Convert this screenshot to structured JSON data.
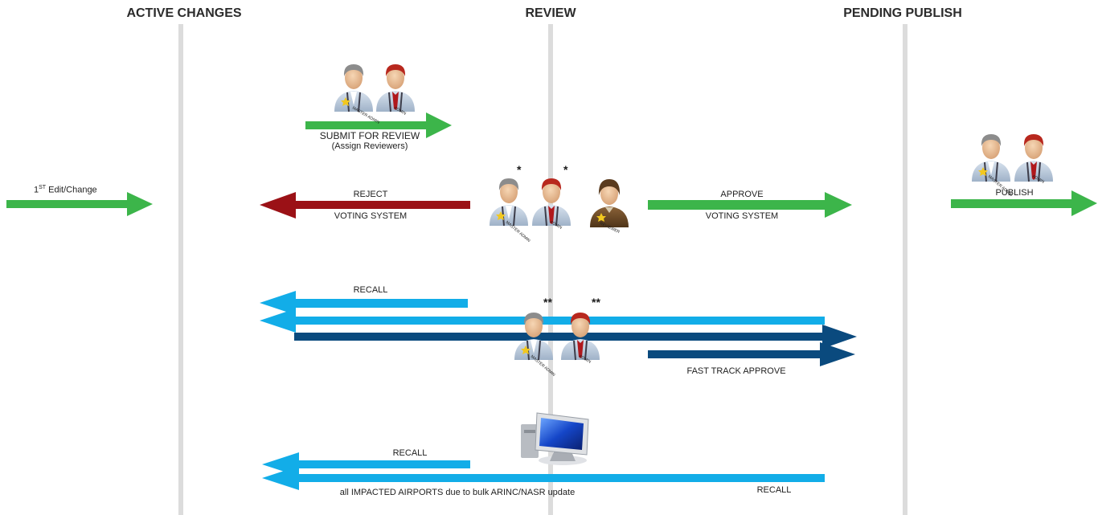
{
  "columns": {
    "active": "ACTIVE CHANGES",
    "review": "REVIEW",
    "pending": "PENDING PUBLISH"
  },
  "labels": {
    "first_edit_prefix": "1",
    "first_edit_sup": "ST",
    "first_edit_suffix": " Edit/Change",
    "submit": "SUBMIT FOR REVIEW",
    "assign": "(Assign Reviewers)",
    "reject": "REJECT",
    "voting_reject": "VOTING SYSTEM",
    "approve": "APPROVE",
    "voting_approve": "VOTING SYSTEM",
    "publish": "PUBLISH",
    "recall_1": "RECALL",
    "fast_track": "FAST TRACK APPROVE",
    "recall_2": "RECALL",
    "impacted": "all IMPACTED AIRPORTS due to bulk ARINC/NASR update",
    "recall_3": "RECALL",
    "star_single": "*",
    "star_double": "**"
  },
  "avatar_text": {
    "master_admin": "MASTER ADMIN",
    "admin": "ADMIN",
    "reviewer": "REVIEWER"
  },
  "colors": {
    "green": "#3cb54a",
    "red": "#9b1116",
    "light_blue": "#12ade8",
    "dark_blue": "#0a4a7e",
    "divider": "#dcdcdc"
  }
}
